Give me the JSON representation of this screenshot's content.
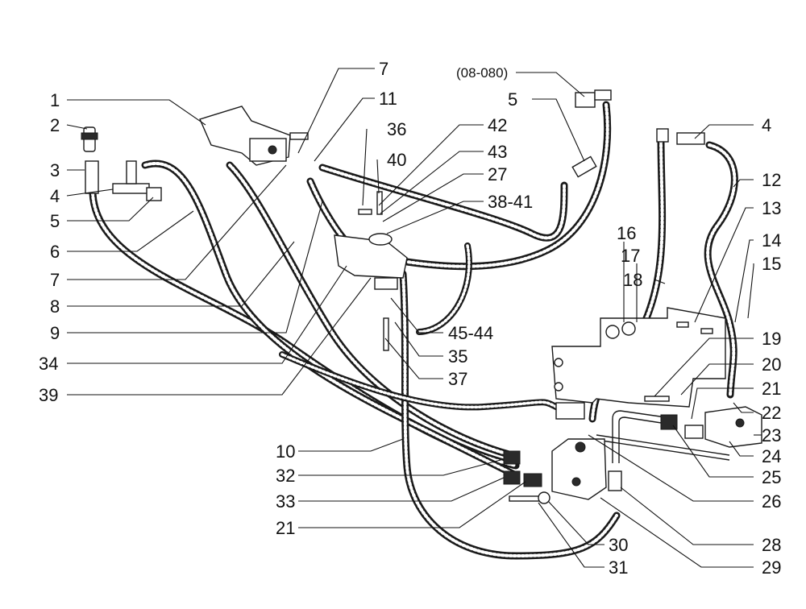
{
  "diagram": {
    "ref": "(08-080)",
    "callouts": [
      "1",
      "2",
      "3",
      "4",
      "5",
      "6",
      "7",
      "8",
      "9",
      "34",
      "39",
      "10",
      "32",
      "33",
      "21",
      "7",
      "11",
      "36",
      "40",
      "42",
      "43",
      "27",
      "38-41",
      "5",
      "4",
      "12",
      "13",
      "14",
      "15",
      "16",
      "17",
      "18",
      "19",
      "20",
      "21",
      "22",
      "23",
      "24",
      "25",
      "26",
      "45-44",
      "35",
      "37",
      "28",
      "29",
      "30",
      "31"
    ]
  }
}
